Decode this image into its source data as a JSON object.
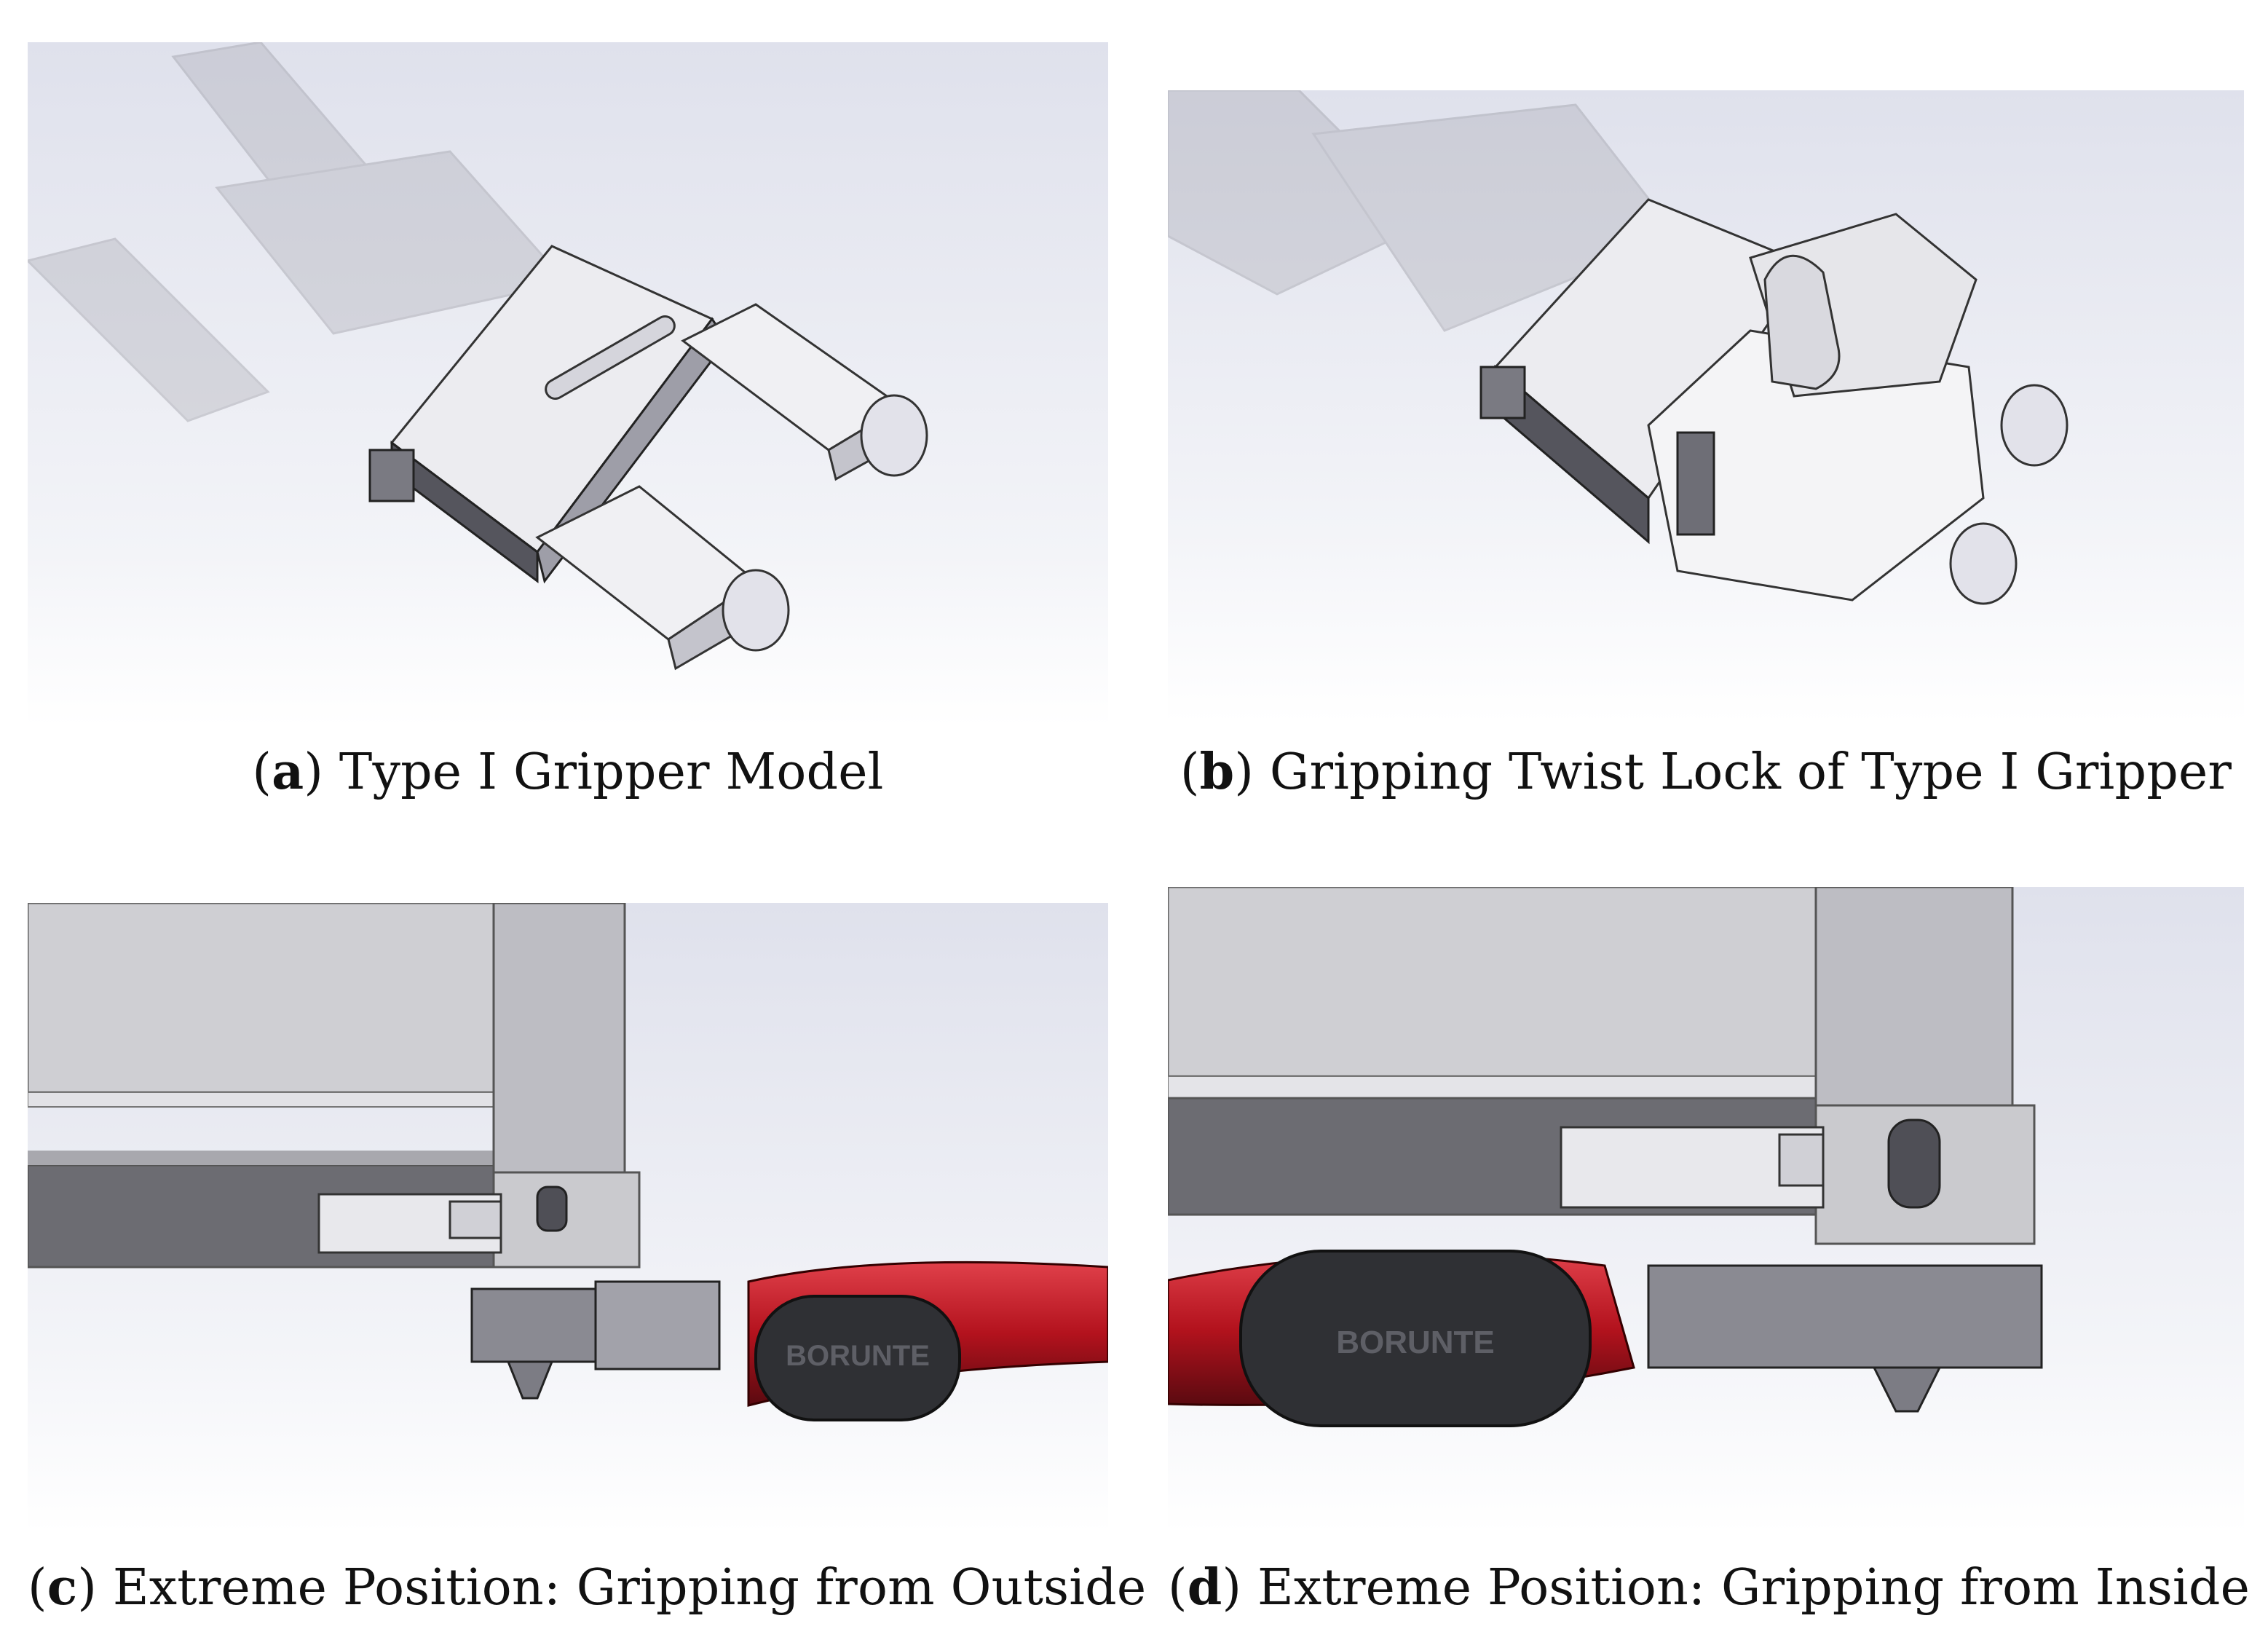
{
  "figure": {
    "panels": [
      {
        "label": "a",
        "caption": "Type I Gripper Model"
      },
      {
        "label": "b",
        "caption": "Gripping Twist Lock of Type I Gripper"
      },
      {
        "label": "c",
        "caption": "Extreme Position: Gripping from Outside"
      },
      {
        "label": "d",
        "caption": "Extreme Position: Gripping from Inside"
      }
    ],
    "robot_brand": "BORUNTE",
    "colors": {
      "metal_light": "#e9e9ee",
      "metal_mid": "#b9b9c2",
      "metal_dark": "#5c5c64",
      "robot_red": "#b3121d",
      "robot_black": "#2f3034",
      "bg_gradient_top": "#d9dcea"
    }
  }
}
